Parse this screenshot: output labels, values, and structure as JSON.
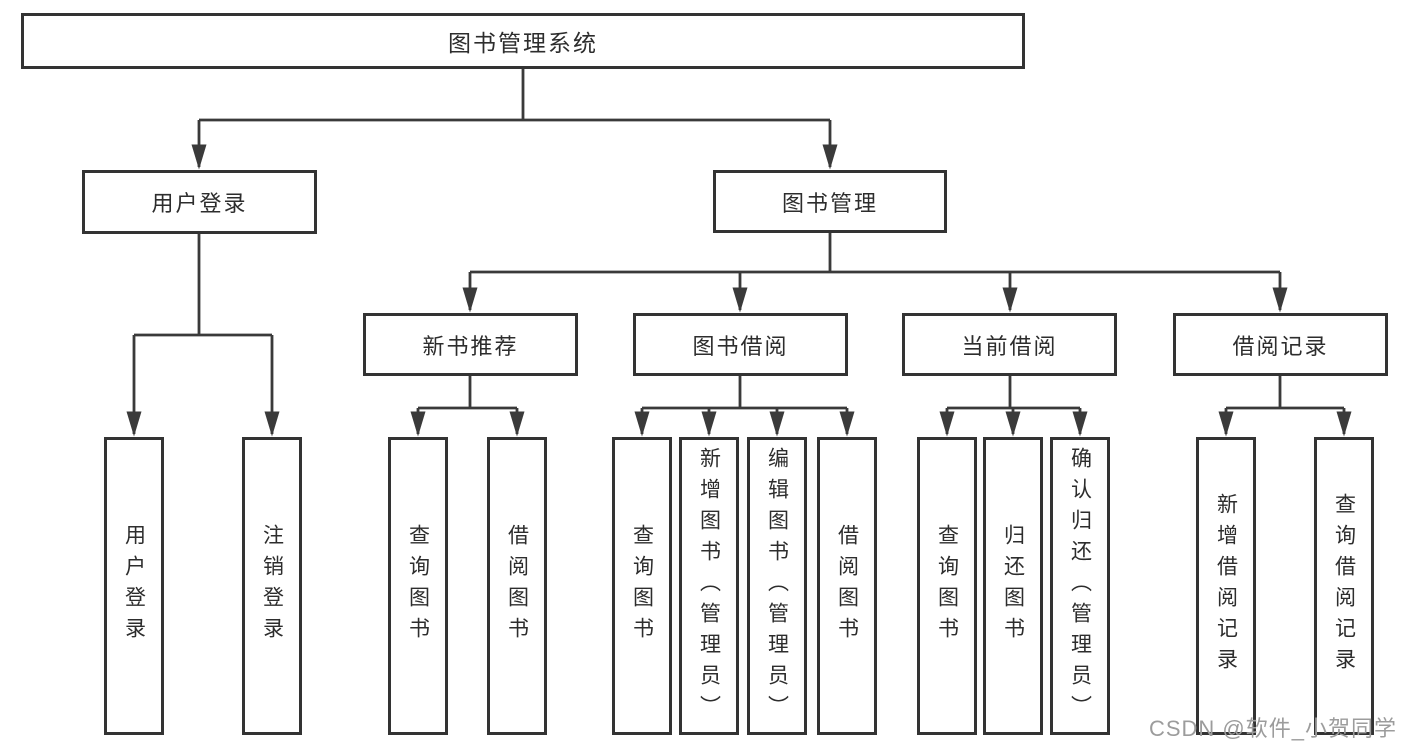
{
  "tree": {
    "label": "图书管理系统",
    "children": [
      {
        "label": "用户登录",
        "children": [
          {
            "label": "用户登录"
          },
          {
            "label": "注销登录"
          }
        ]
      },
      {
        "label": "图书管理",
        "children": [
          {
            "label": "新书推荐",
            "children": [
              {
                "label": "查询图书"
              },
              {
                "label": "借阅图书"
              }
            ]
          },
          {
            "label": "图书借阅",
            "children": [
              {
                "label": "查询图书"
              },
              {
                "label": "新增图书（管理员）"
              },
              {
                "label": "编辑图书（管理员）"
              },
              {
                "label": "借阅图书"
              }
            ]
          },
          {
            "label": "当前借阅",
            "children": [
              {
                "label": "查询图书"
              },
              {
                "label": "归还图书"
              },
              {
                "label": "确认归还（管理员）"
              }
            ]
          },
          {
            "label": "借阅记录",
            "children": [
              {
                "label": "新增借阅记录"
              },
              {
                "label": "查询借阅记录"
              }
            ]
          }
        ]
      }
    ]
  },
  "watermark": {
    "text": "CSDN @软件_小贺同学"
  },
  "colors": {
    "line": "#3a3a3a",
    "box_border": "#333333",
    "text": "#2d2d2d",
    "watermark": "#9c9c9c",
    "background": "#ffffff"
  }
}
